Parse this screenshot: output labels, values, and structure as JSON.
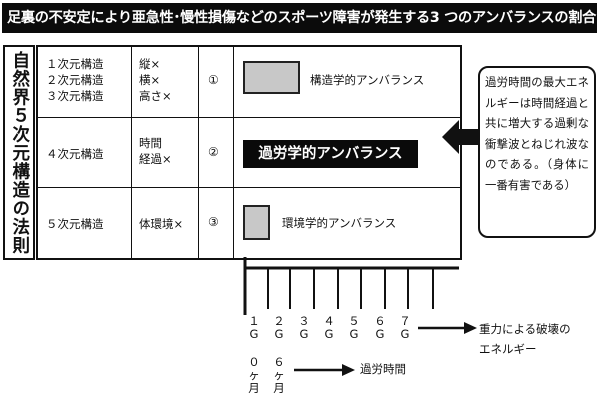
{
  "title": "足裏の不安定により亜急性･慢性損傷などのスポーツ障害が発生する3 つのアンバランスの割合",
  "left_heading": "自然界５次元構造の法則",
  "rows": [
    {
      "dimension": "１次元構造\n２次元構造\n３次元構造",
      "factor": "縦×\n横×\n高さ×",
      "number": "①",
      "label": "構造学的アンバランス"
    },
    {
      "dimension": "４次元構造",
      "factor": "時間\n経過×",
      "number": "②",
      "label": "過労学的アンバランス"
    },
    {
      "dimension": "５次元構造",
      "factor": "体環境×",
      "number": "③",
      "label": "環境学的アンバランス"
    }
  ],
  "callout": "過労時間の最大エネルギーは時間経過と共に増大する過剰な衝撃波とねじれ波なのである。（身体に一番有害である）",
  "scale": {
    "g_ticks": [
      "１\nG",
      "２\nG",
      "３\nG",
      "４\nG",
      "５\nG",
      "６\nG",
      "７\nG"
    ],
    "energy_label": "重力による破壊の\nエネルギー",
    "month_ticks": [
      "０\nヶ\n月",
      "６\nヶ\n月"
    ],
    "time_label": "過労時間"
  },
  "colors": {
    "title_bg": "#0b0b0b",
    "box_gray": "#c8c8c8"
  }
}
